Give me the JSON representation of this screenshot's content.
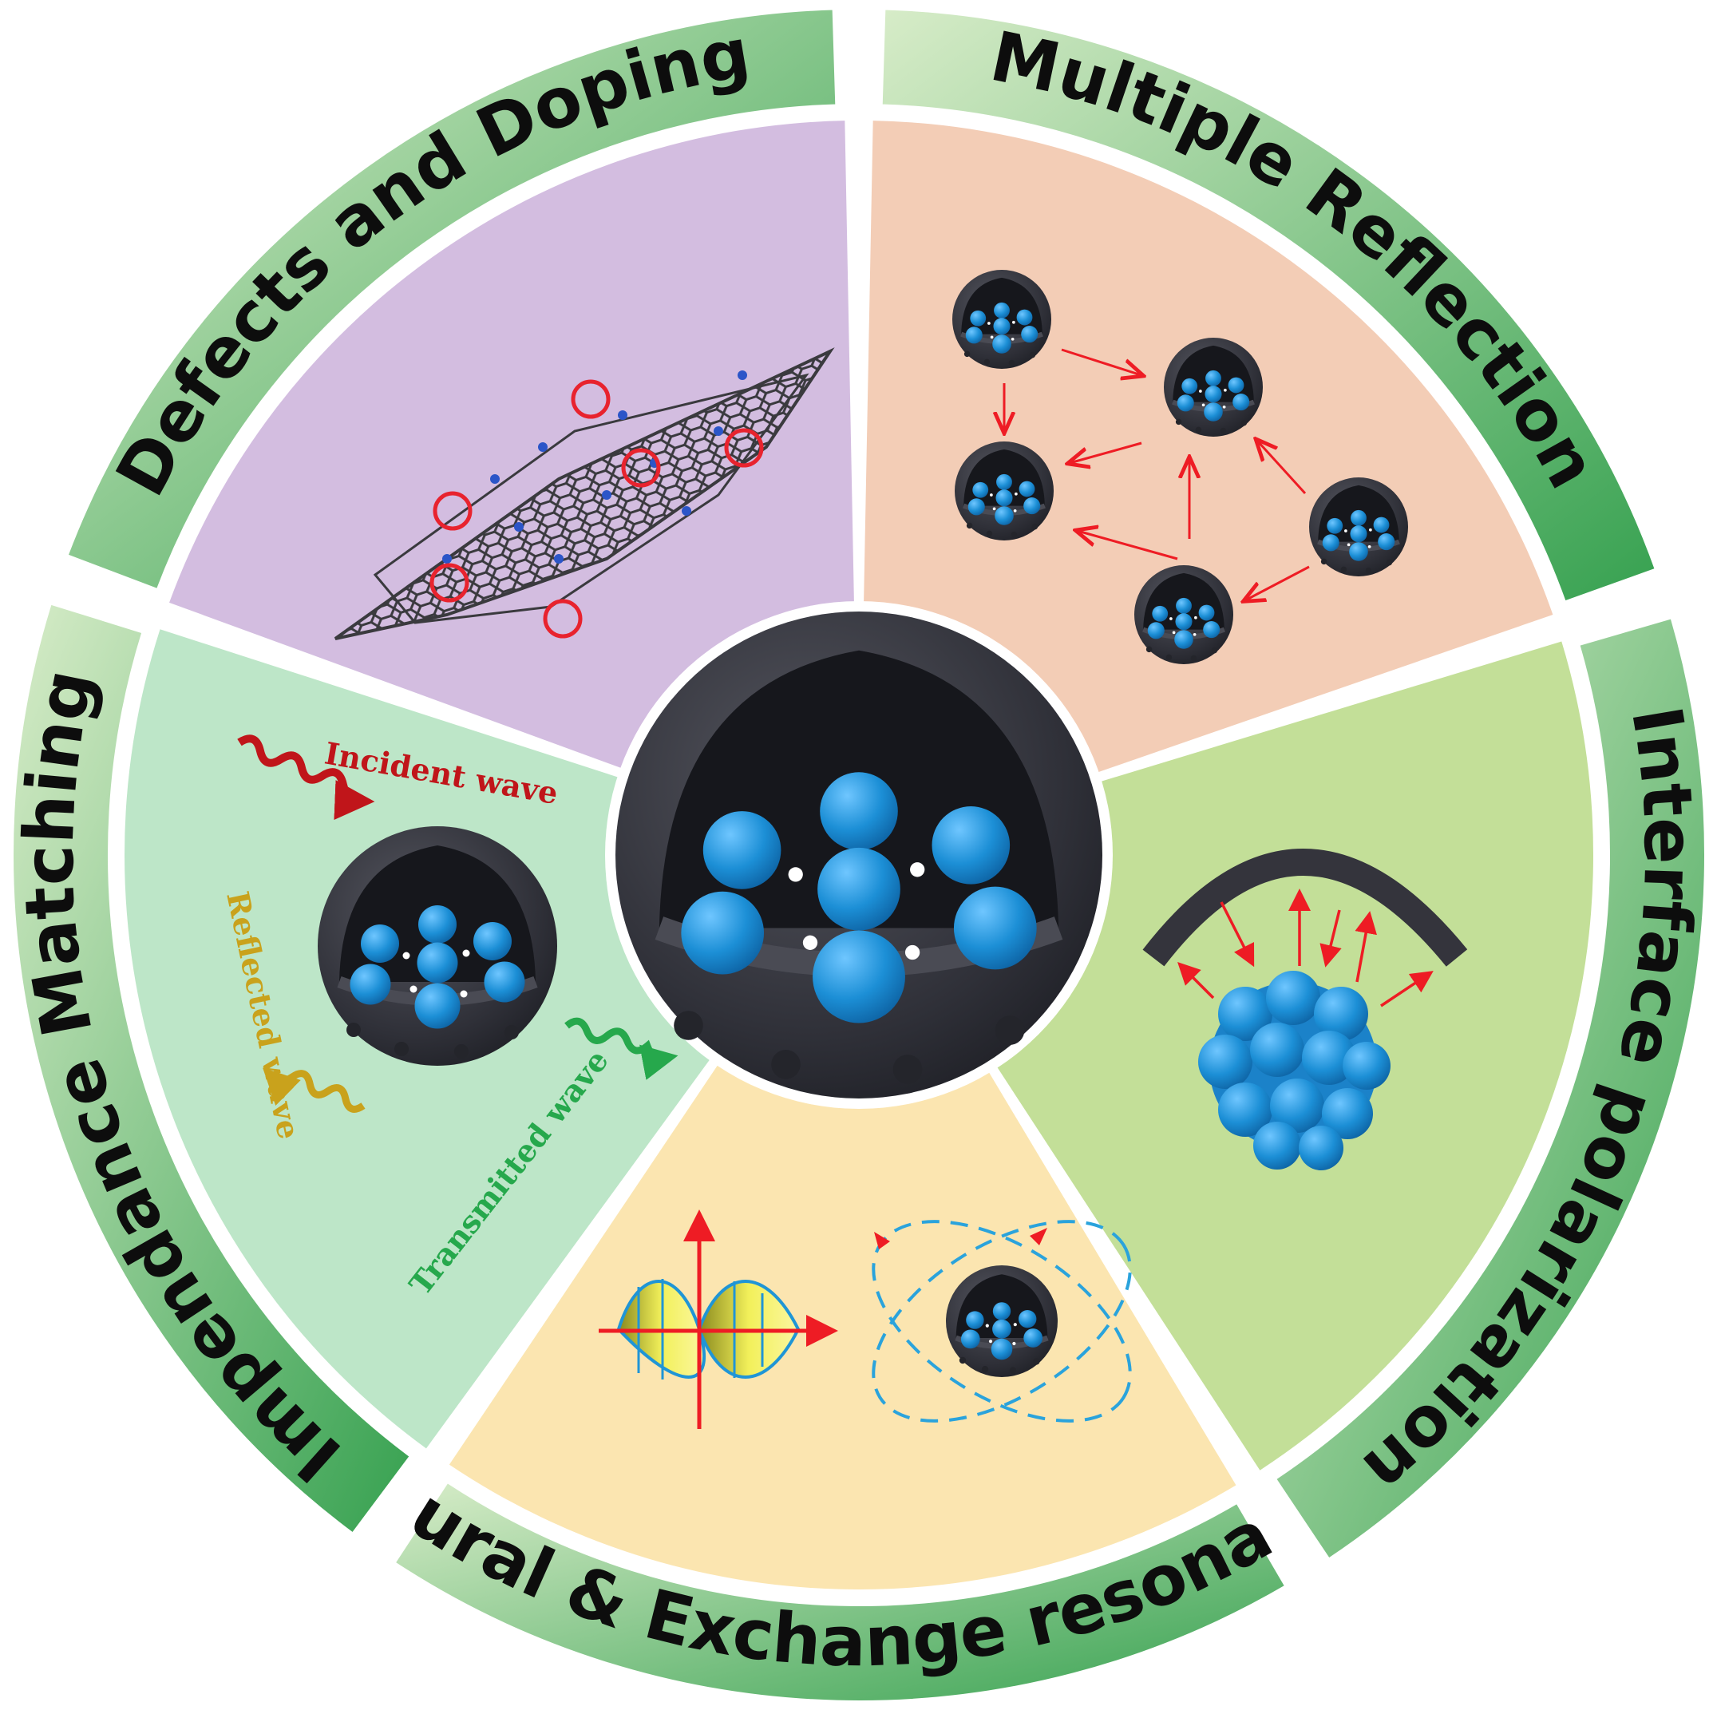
{
  "mechanisms": [
    {
      "id": "defects",
      "label": "Defects and Doping",
      "panel_color": "#d3bde0"
    },
    {
      "id": "multiple-reflection",
      "label": "Multiple Reflection",
      "panel_color": "#f3cdb6"
    },
    {
      "id": "interface-polarization",
      "label": "Interface polarization",
      "panel_color": "#c3df98"
    },
    {
      "id": "resonance",
      "label": "Natural & Exchange resonance",
      "panel_color": "#fbe5b0"
    },
    {
      "id": "impedance",
      "label": "Impendance Matching",
      "panel_color": "#bde6c8"
    }
  ],
  "wave_labels": {
    "incident": "Incident wave",
    "reflected": "Reflected wave",
    "transmitted": "Transmitted wave"
  },
  "colors": {
    "ring_light": "#d7ecc8",
    "ring_dark": "#36a150",
    "incident": "#c0151a",
    "reflected": "#c9a21c",
    "transmitted": "#26a84c",
    "arrow": "#ee1c24",
    "sphere_shell": "#2f3038",
    "cluster": "#1c8fd6"
  },
  "icons": {
    "center": "yolk-shell-sphere-icon",
    "graphene": "graphene-sheet-icon",
    "cluster": "nanoparticle-cluster-icon",
    "wave": "electromagnetic-wave-icon"
  }
}
